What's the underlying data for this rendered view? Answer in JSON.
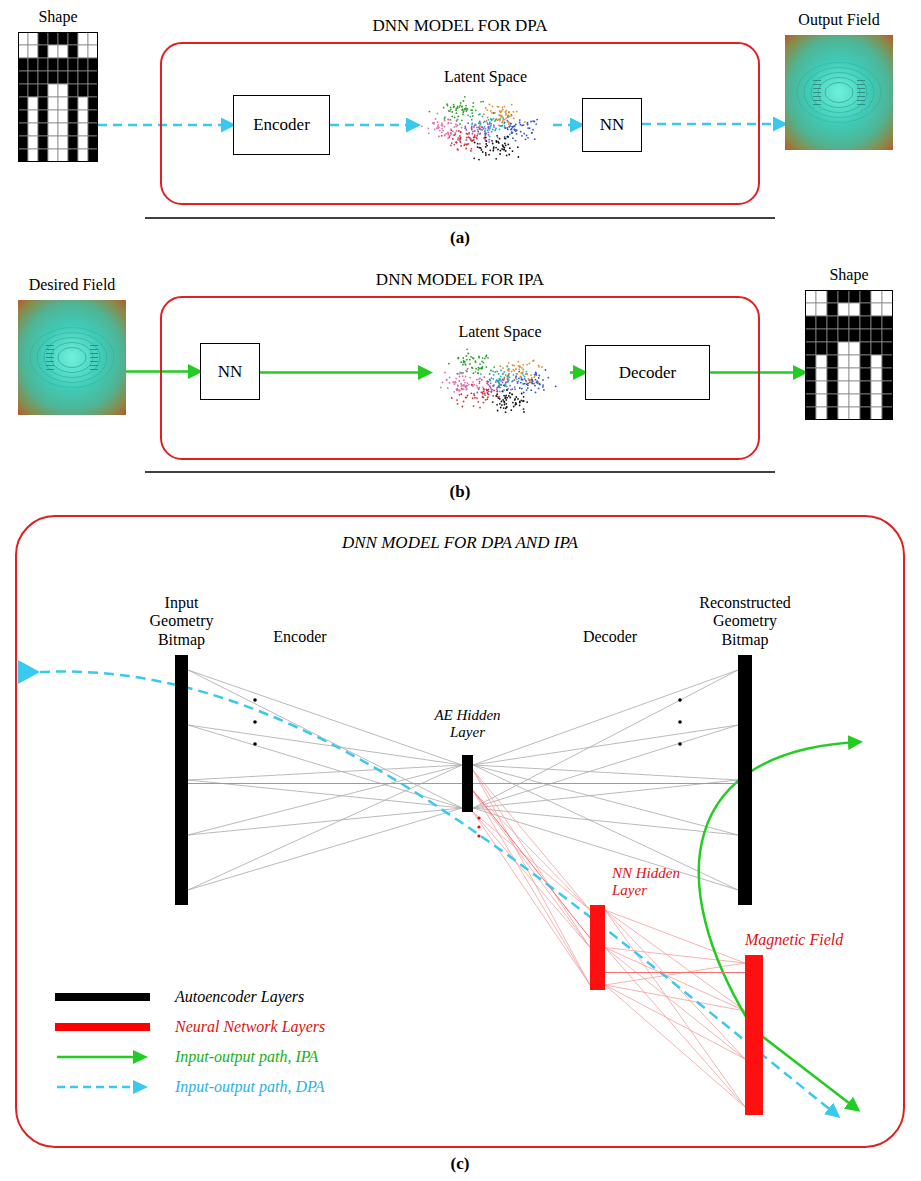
{
  "diagram": {
    "nodes": [
      {
        "text": [
          "Shape"
        ]
      },
      {
        "text": [
          "DNN MODEL FOR DPA"
        ]
      },
      {
        "text": [
          "Encoder"
        ],
        "in": 1
      },
      {
        "text": [
          "Latent Space"
        ],
        "in": 1
      },
      {
        "text": [
          "NN"
        ],
        "in": 1
      },
      {
        "text": [
          "Output Field"
        ]
      },
      {
        "text": [
          "Desired Field"
        ]
      },
      {
        "text": [
          "DNN MODEL FOR IPA"
        ]
      },
      {
        "text": [
          "NN"
        ],
        "in": 7
      },
      {
        "text": [
          "Latent Space"
        ],
        "in": 7
      },
      {
        "text": [
          "Decoder"
        ],
        "in": 7
      },
      {
        "text": [
          "Shape"
        ]
      },
      {
        "text": [
          "DNN MODEL FOR DPA AND IPA"
        ]
      },
      {
        "text": [
          "Input Geometry Bitmap"
        ],
        "in": 12
      },
      {
        "text": [
          "AE Hidden Layer"
        ],
        "in": 12
      },
      {
        "text": [
          "Reconstructed Geometry Bitmap"
        ],
        "in": 12
      },
      {
        "text": [
          "NN Hidden Layer"
        ],
        "in": 12
      },
      {
        "text": [
          "Magnetic Field"
        ],
        "in": 12
      }
    ],
    "edges": [
      {
        "from": 0,
        "to": 2,
        "arrow": "to"
      },
      {
        "from": 2,
        "to": 3,
        "arrow": "to"
      },
      {
        "from": 3,
        "to": 4,
        "arrow": "to"
      },
      {
        "from": 4,
        "to": 5,
        "arrow": "to"
      },
      {
        "from": 6,
        "to": 8,
        "arrow": "to"
      },
      {
        "from": 8,
        "to": 9,
        "arrow": "to"
      },
      {
        "from": 9,
        "to": 10,
        "arrow": "to"
      },
      {
        "from": 10,
        "to": 11,
        "arrow": "to"
      },
      {
        "from": 13,
        "to": 14,
        "arrow": "none"
      },
      {
        "from": 14,
        "to": 15,
        "arrow": "none"
      },
      {
        "from": 14,
        "to": 16,
        "arrow": "none"
      },
      {
        "from": 16,
        "to": 17,
        "arrow": "none"
      }
    ],
    "labels": [
      "(a)",
      "(b)",
      "Encoder",
      "Decoder",
      "(c)"
    ],
    "legend": [
      {
        "text": "Autoencoder Layers",
        "color": "#000000"
      },
      {
        "text": "Neural Network Layers",
        "color": "#ff0000"
      },
      {
        "text": "Input-output path, IPA"
      },
      {
        "text": "Input-output path, DPA"
      }
    ]
  }
}
